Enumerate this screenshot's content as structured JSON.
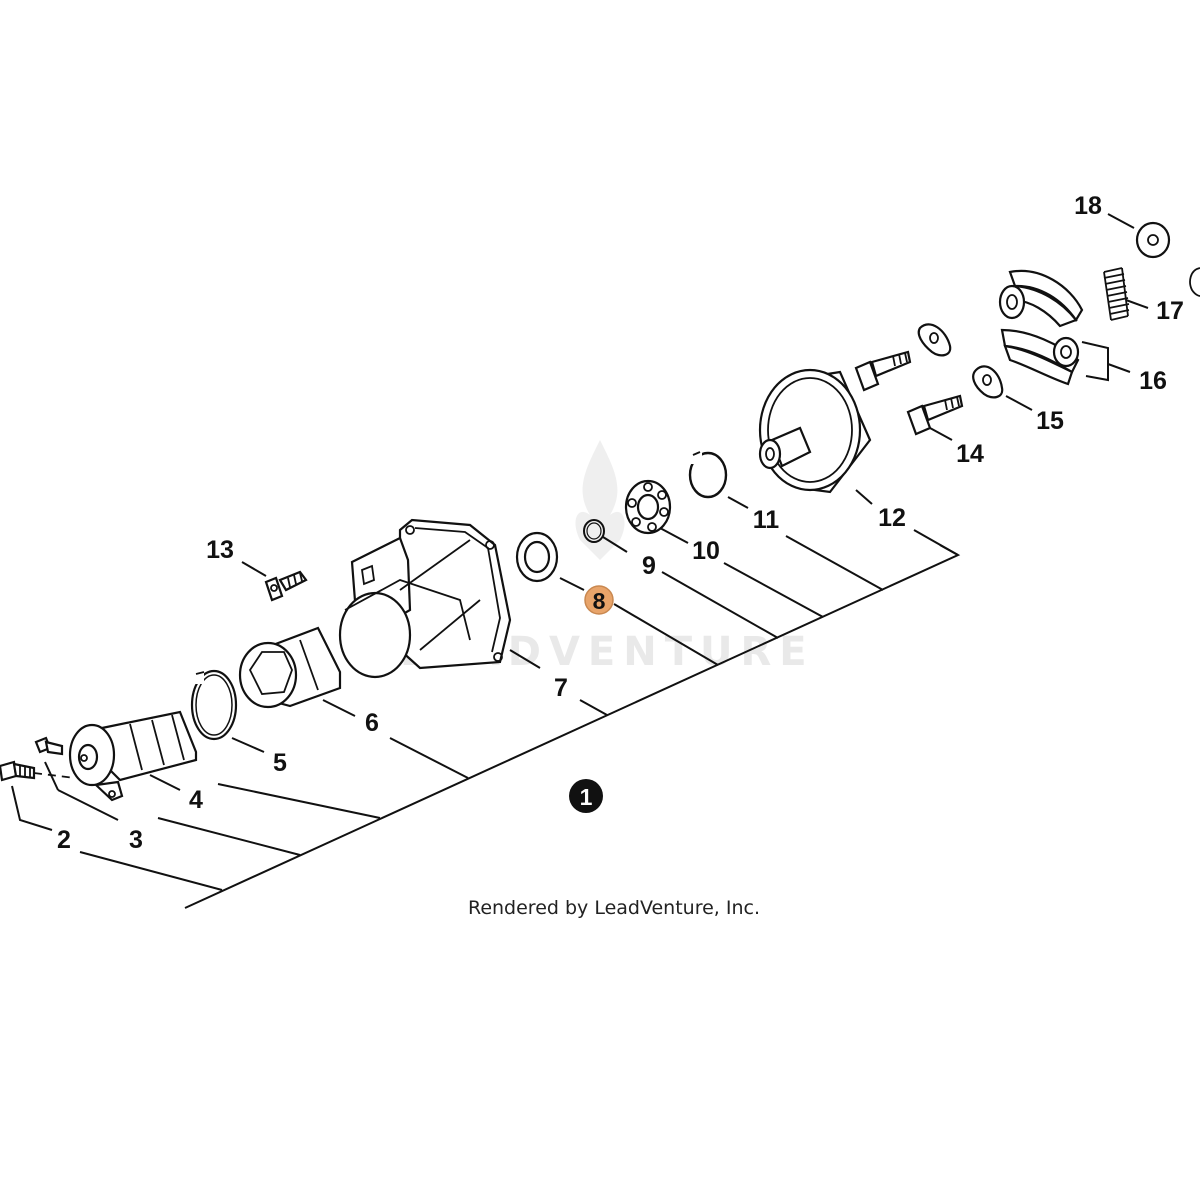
{
  "watermark": "LEADVENTURE",
  "credit": "Rendered by LeadVenture, Inc.",
  "highlight_color": "#e8a46a",
  "assembly_callout": "1",
  "callouts": [
    {
      "id": "2",
      "label": "2"
    },
    {
      "id": "3",
      "label": "3"
    },
    {
      "id": "4",
      "label": "4"
    },
    {
      "id": "5",
      "label": "5"
    },
    {
      "id": "6",
      "label": "6"
    },
    {
      "id": "7",
      "label": "7"
    },
    {
      "id": "8",
      "label": "8",
      "highlighted": true
    },
    {
      "id": "9",
      "label": "9"
    },
    {
      "id": "10",
      "label": "10"
    },
    {
      "id": "11",
      "label": "11"
    },
    {
      "id": "12",
      "label": "12"
    },
    {
      "id": "13",
      "label": "13"
    },
    {
      "id": "14",
      "label": "14"
    },
    {
      "id": "15",
      "label": "15"
    },
    {
      "id": "16",
      "label": "16"
    },
    {
      "id": "17",
      "label": "17"
    },
    {
      "id": "18",
      "label": "18"
    }
  ]
}
